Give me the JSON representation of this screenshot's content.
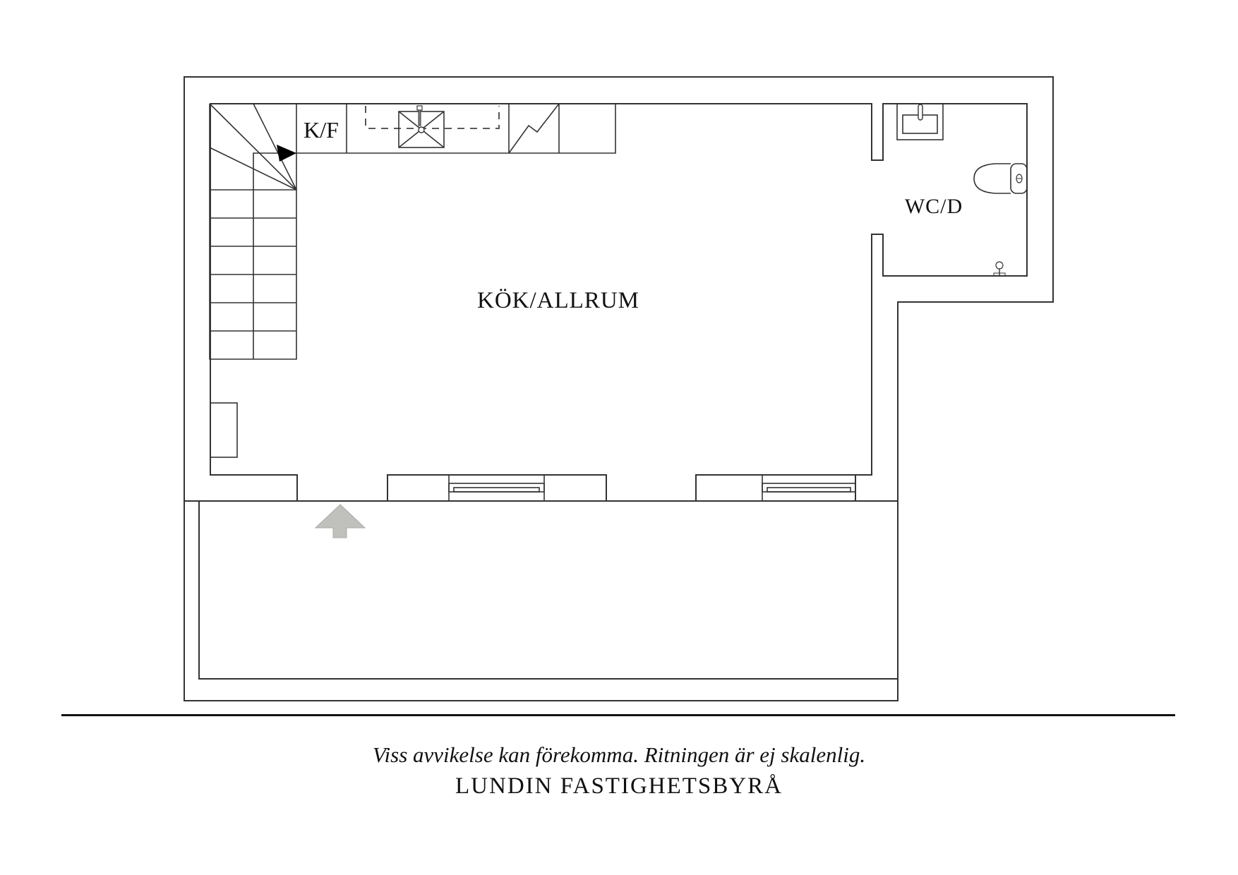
{
  "floorplan": {
    "rooms": [
      {
        "id": "kitchen",
        "label": "KÖK/ALLRUM"
      },
      {
        "id": "wc",
        "label": "WC/D"
      },
      {
        "id": "fridge",
        "label": "K/F"
      }
    ],
    "fixtures": [
      "stairs",
      "kitchen-sink",
      "dishwasher",
      "radiator",
      "wash-basin",
      "toilet",
      "floor-drain",
      "window",
      "window"
    ],
    "entrance_arrow_color": "#c0c0bc",
    "line_color": "#333333"
  },
  "footer": {
    "disclaimer": "Viss avvikelse kan förekomma. Ritningen är ej skalenlig.",
    "brand": "LUNDIN FASTIGHETSBYRÅ"
  }
}
